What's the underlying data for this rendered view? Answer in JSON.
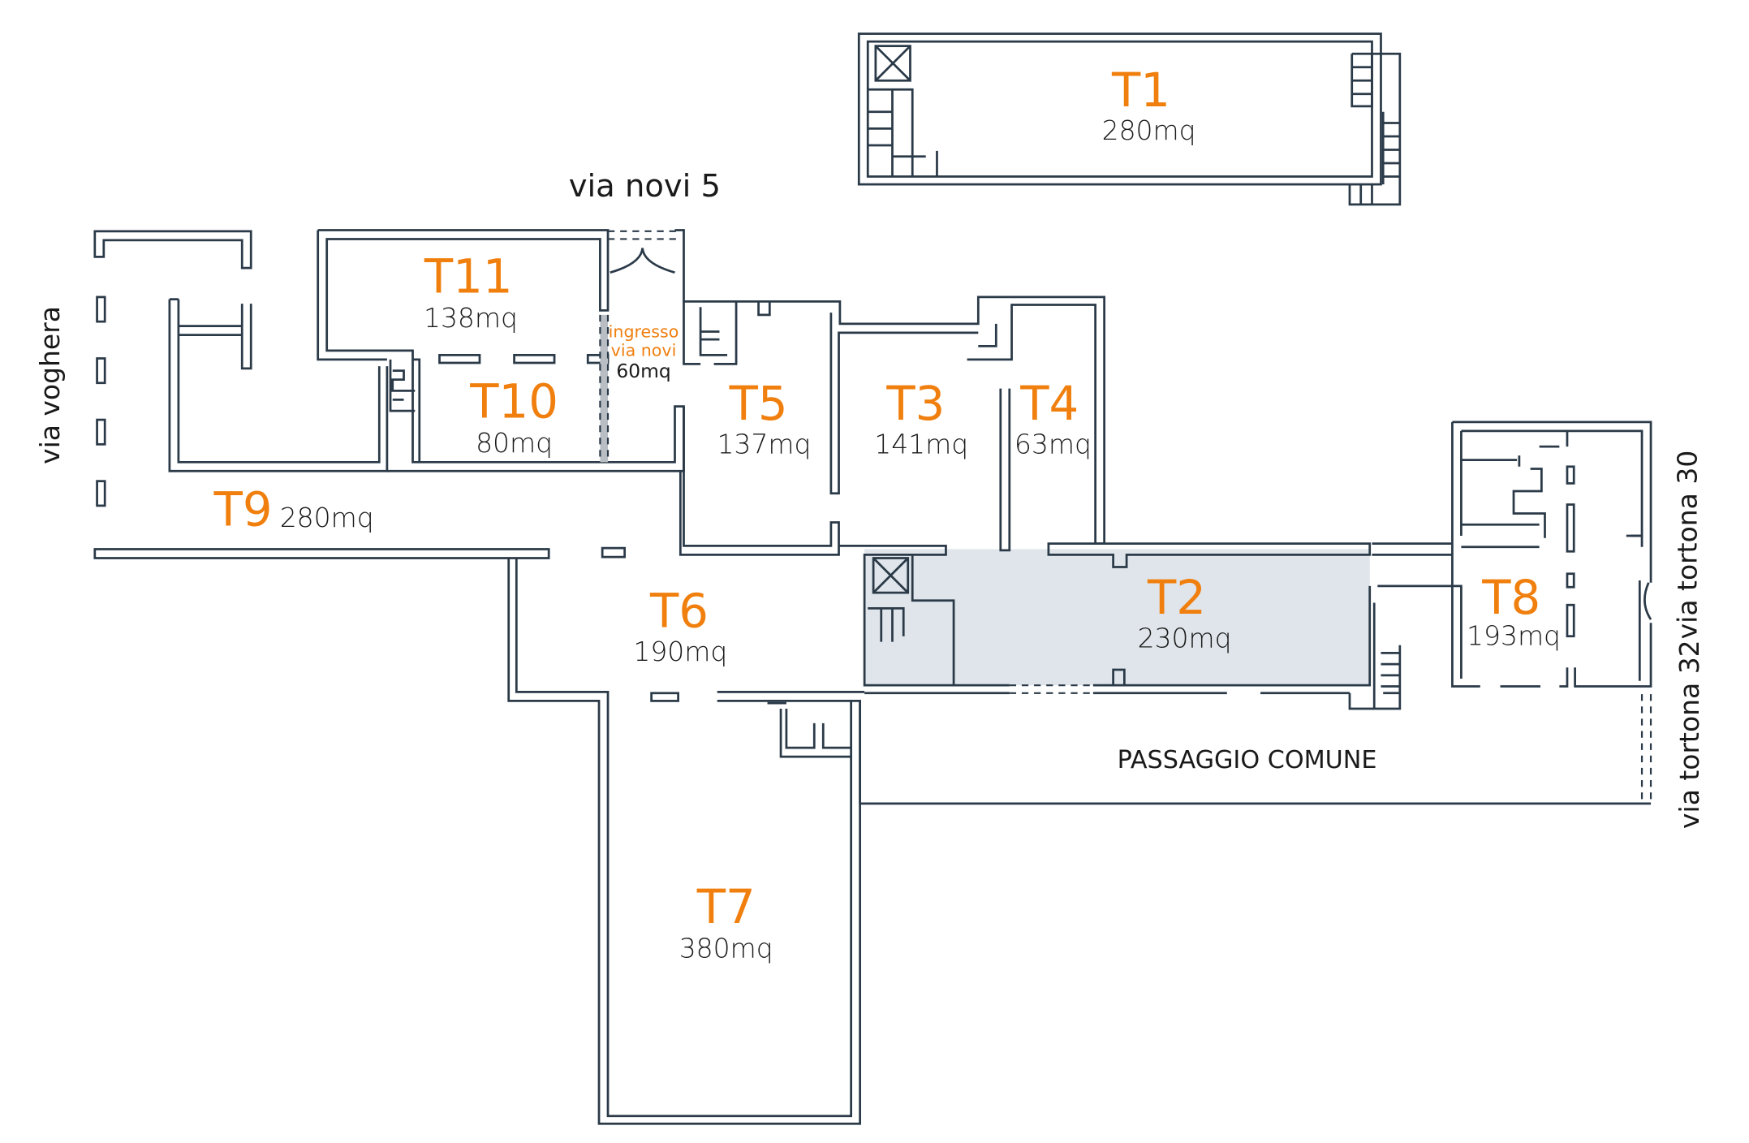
{
  "colors": {
    "accent": "#f07f0e",
    "wall": "#2b3a48",
    "highlight": "#dfe5ea"
  },
  "streets": {
    "via_novi": "via novi 5",
    "via_voghera": "via voghera",
    "via_tortona_30": "via tortona 30",
    "via_tortona_32": "via tortona 32",
    "passaggio": "PASSAGGIO COMUNE"
  },
  "units": [
    {
      "id": "T1",
      "area": "280mq"
    },
    {
      "id": "T2",
      "area": "230mq"
    },
    {
      "id": "T3",
      "area": "141mq"
    },
    {
      "id": "T4",
      "area": "63mq"
    },
    {
      "id": "T5",
      "area": "137mq"
    },
    {
      "id": "T6",
      "area": "190mq"
    },
    {
      "id": "T7",
      "area": "380mq"
    },
    {
      "id": "T8",
      "area": "193mq"
    },
    {
      "id": "T9",
      "area": "280mq"
    },
    {
      "id": "T10",
      "area": "80mq"
    },
    {
      "id": "T11",
      "area": "138mq"
    }
  ],
  "entrance": {
    "line1": "ingresso",
    "line2": "via novi",
    "area": "60mq"
  }
}
